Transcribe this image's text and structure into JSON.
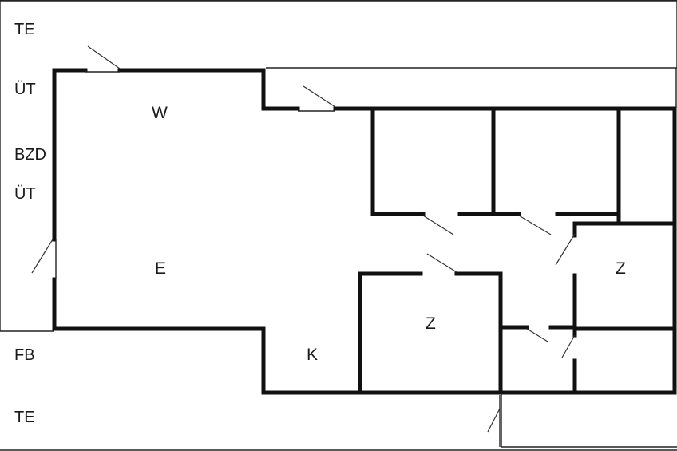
{
  "side_labels": {
    "te_top": "TE",
    "ut_upper": "ÜT",
    "bzd": "BZD",
    "ut_lower": "ÜT",
    "fb": "FB",
    "te_bottom": "TE"
  },
  "rooms": {
    "w": "W",
    "e": "E",
    "k": "K",
    "z_center": "Z",
    "z_right": "Z"
  }
}
